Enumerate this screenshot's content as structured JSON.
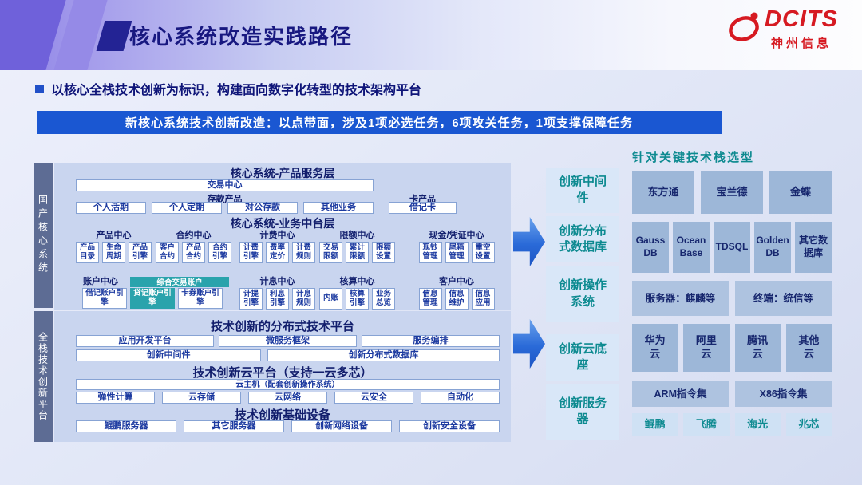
{
  "colors": {
    "banner_blue": "#1a57d2",
    "accent_teal": "#0d8a90",
    "logo_red": "#d61a22",
    "panel_blue": "#c9d5ef",
    "highlight_teal": "#2aa3ac"
  },
  "header": {
    "title": "核心系统改造实践路径",
    "logo_brand": "DCITS",
    "logo_company": "神州信息"
  },
  "intro": {
    "subtitle": "以核心全栈技术创新为标识，构建面向数字化转型的技术架构平台",
    "banner": "新核心系统技术创新改造：以点带面，涉及1项必选任务，6项攻关任务，1项支撑保障任务"
  },
  "side_labels": {
    "top": "国产核心系统",
    "bottom": "全栈技术创新平台"
  },
  "product_layer": {
    "title": "核心系统-产品服务层",
    "transaction": "交易中心",
    "deposit_title": "存款产品",
    "deposit_items": [
      "个人活期",
      "个人定期",
      "对公存款",
      "其他业务"
    ],
    "card_title": "卡产品",
    "card_items": [
      "借记卡"
    ]
  },
  "business_layer": {
    "title": "核心系统-业务中台层",
    "row1": [
      {
        "name": "产品中心",
        "items": [
          "产品目录",
          "生命周期",
          "产品引擎"
        ]
      },
      {
        "name": "合约中心",
        "items": [
          "客户合约",
          "产品合约",
          "合约引擎"
        ]
      },
      {
        "name": "计费中心",
        "items": [
          "计费引擎",
          "费率定价",
          "计费规则"
        ]
      },
      {
        "name": "限额中心",
        "items": [
          "交易限额",
          "累计限额",
          "限额设置"
        ]
      },
      {
        "name": "现金/凭证中心",
        "items": [
          "现钞管理",
          "尾箱管理",
          "重空设置"
        ]
      }
    ],
    "row2": [
      {
        "name": "账户中心",
        "badge": "综合交易账户",
        "items": [
          "借记账户引擎",
          "贷记账户引擎",
          "卡券账户引擎"
        ]
      },
      {
        "name": "计息中心",
        "items": [
          "计提引擎",
          "利息引擎",
          "计息规则"
        ]
      },
      {
        "name": "核算中心",
        "items": [
          "内账",
          "核算引擎",
          "业务总览"
        ]
      },
      {
        "name": "客户中心",
        "items": [
          "信息管理",
          "信息维护",
          "信息应用"
        ]
      }
    ]
  },
  "distributed_platform": {
    "title": "技术创新的分布式技术平台",
    "row1": [
      "应用开发平台",
      "微服务框架",
      "服务编排"
    ],
    "row2": [
      "创新中间件",
      "创新分布式数据库"
    ]
  },
  "cloud_platform": {
    "title": "技术创新云平台（支持一云多芯）",
    "host": "云主机（配套创新操作系统）",
    "row": [
      "弹性计算",
      "云存储",
      "云网络",
      "云安全",
      "自动化"
    ]
  },
  "infra": {
    "title": "技术创新基础设备",
    "row": [
      "鲲鹏服务器",
      "其它服务器",
      "创新网络设备",
      "创新安全设备"
    ]
  },
  "innovation_column": [
    "创新中间件",
    "创新分布式数据库",
    "创新操作系统",
    "创新云底座",
    "创新服务器"
  ],
  "tech_stack": {
    "title": "针对关键技术栈选型",
    "middleware": [
      "东方通",
      "宝兰德",
      "金蝶"
    ],
    "databases": [
      "GaussDB",
      "OceanBase",
      "TDSQL",
      "GoldenDB",
      "其它数据库"
    ],
    "os": [
      "服务器：麒麟等",
      "终端：统信等"
    ],
    "clouds": [
      "华为云",
      "阿里云",
      "腾讯云",
      "其他云"
    ],
    "instruction_sets": [
      "ARM指令集",
      "X86指令集"
    ],
    "chips": [
      "鲲鹏",
      "飞腾",
      "海光",
      "兆芯"
    ]
  }
}
